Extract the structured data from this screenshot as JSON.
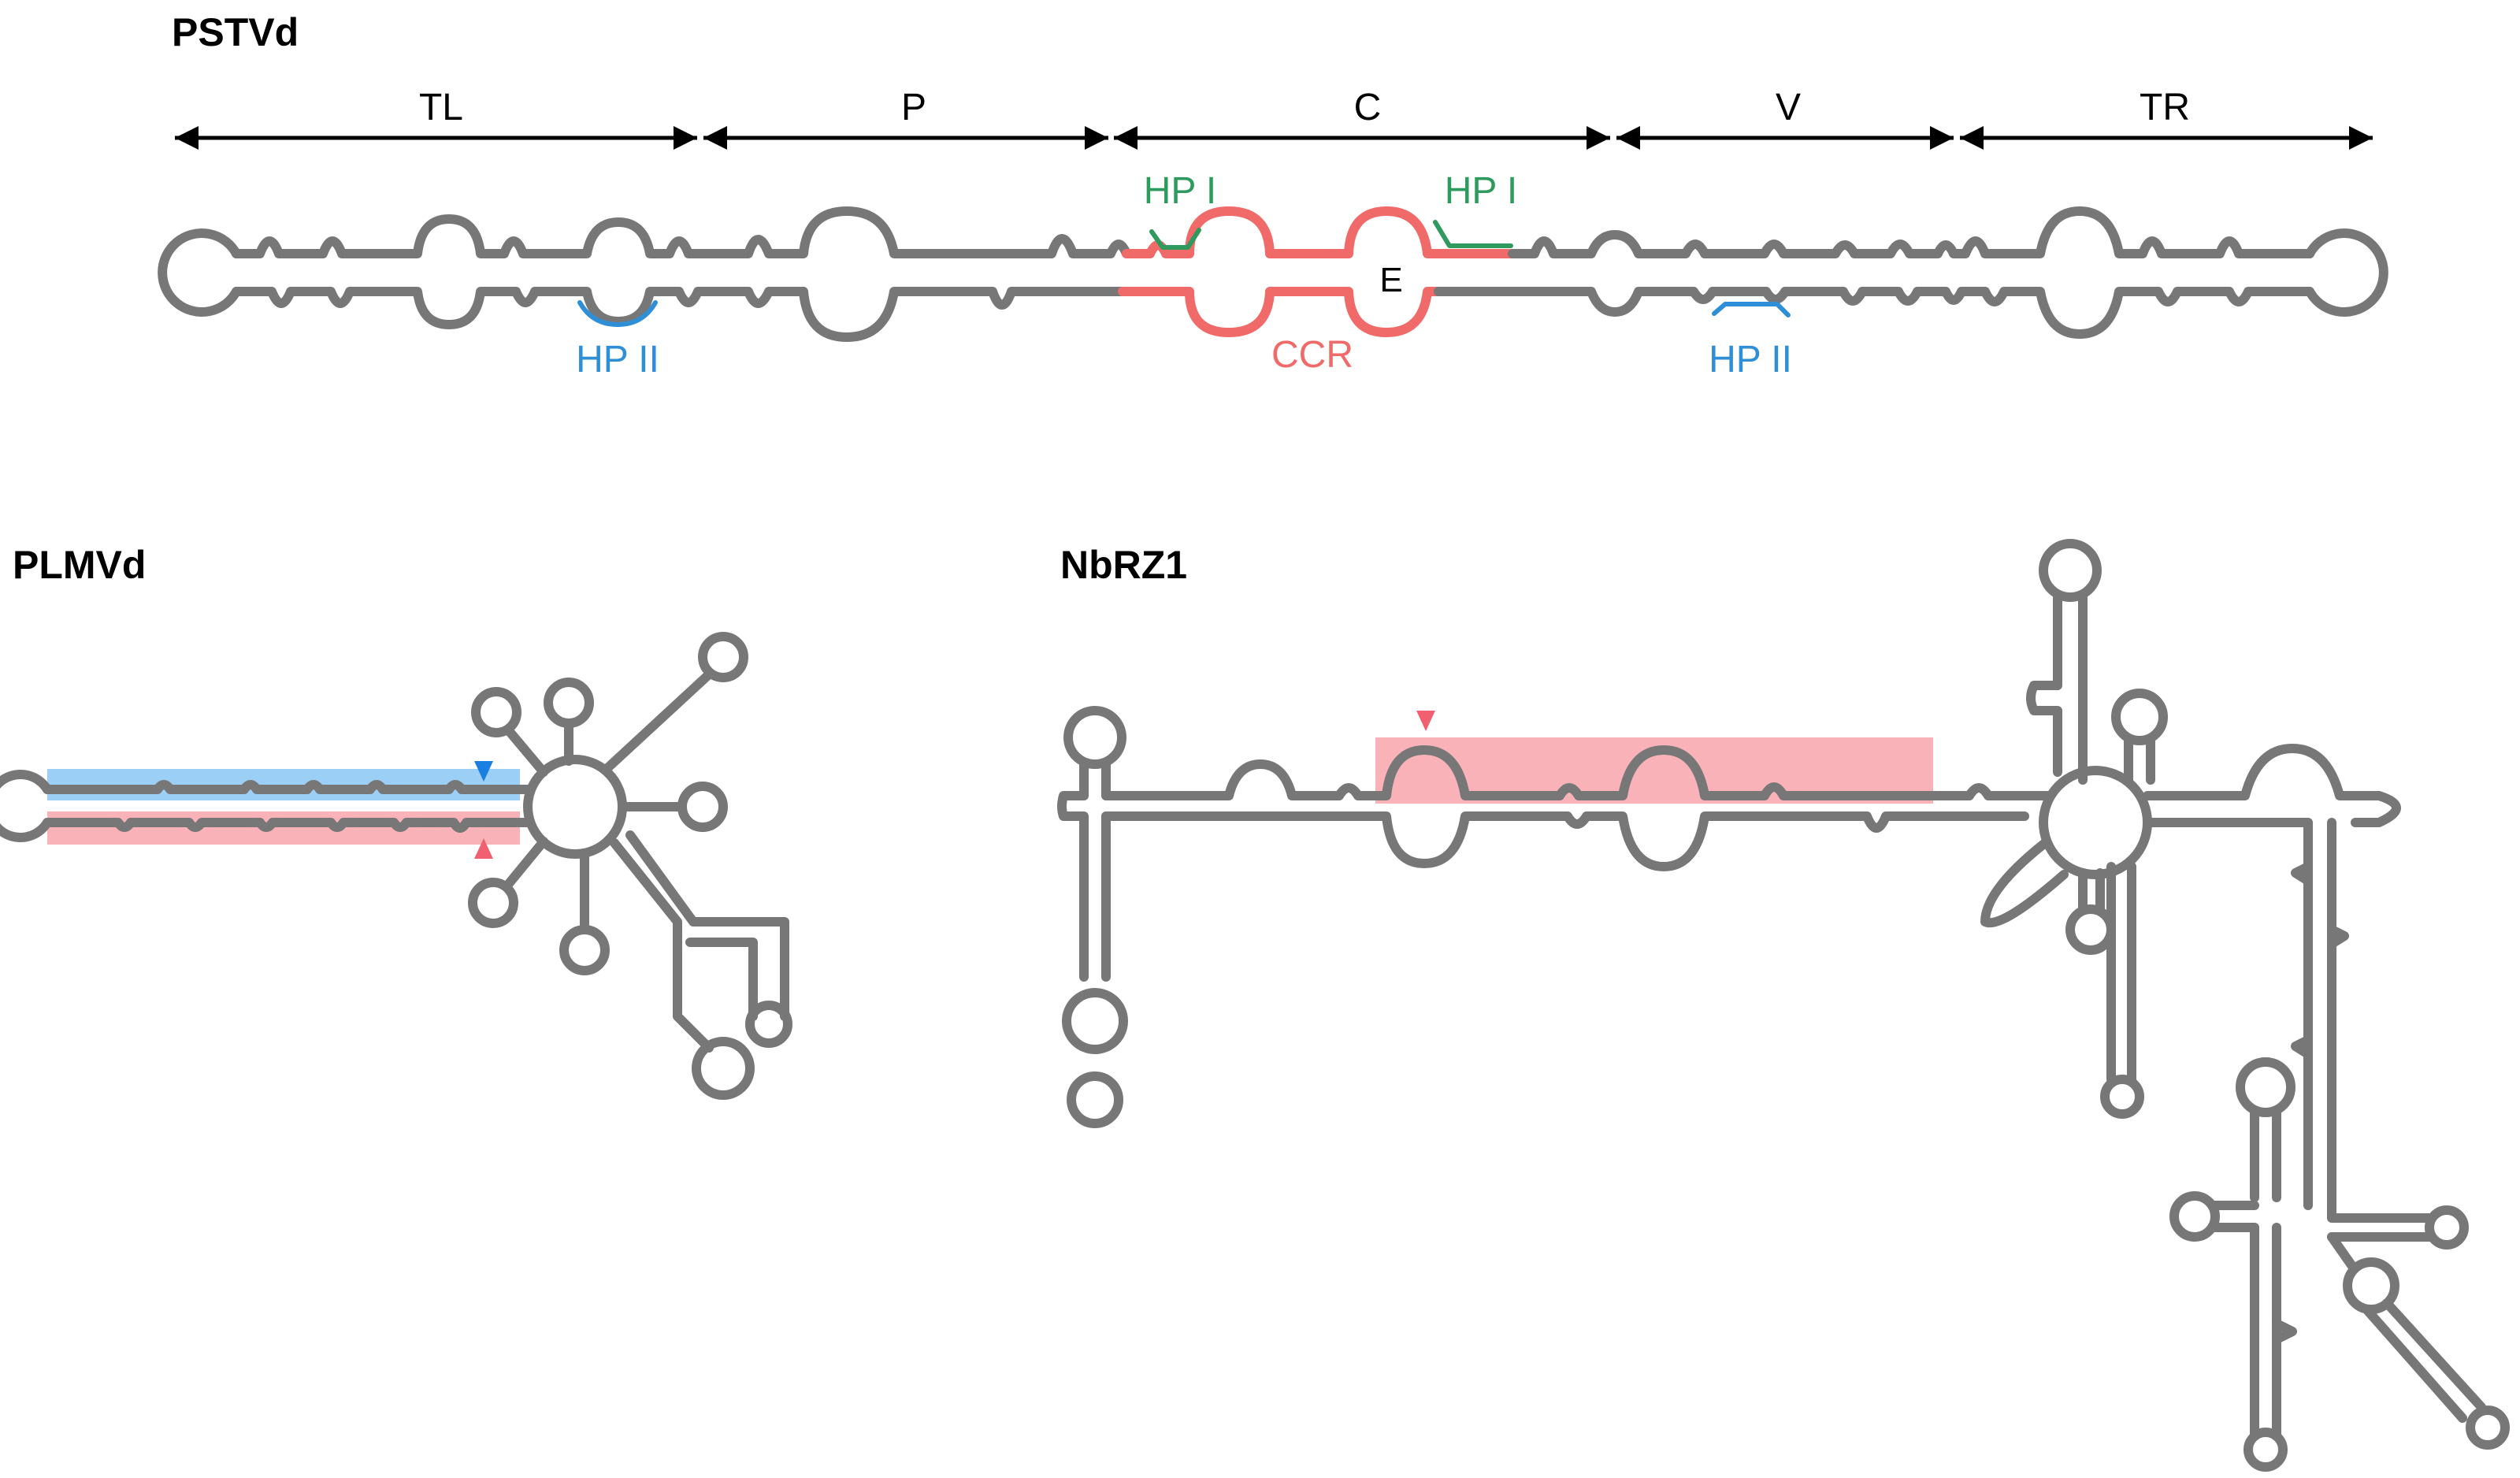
{
  "colors": {
    "rna": "#777777",
    "ccr": "#f06a6a",
    "hp1": "#2e9a5e",
    "hp2": "#2f8fd6",
    "highlight_blue": "#9ccff5",
    "highlight_red": "#f9b3b8",
    "marker_blue": "#1a7fe0",
    "marker_red": "#f06070"
  },
  "pstvd": {
    "title": "PSTVd",
    "domains": [
      "TL",
      "P",
      "C",
      "V",
      "TR"
    ],
    "hp1_left": "HP I",
    "hp1_right": "HP I",
    "hp2_left": "HP II",
    "hp2_right": "HP II",
    "ccr": "CCR",
    "e_loop": "E"
  },
  "plmvd": {
    "title": "PLMVd"
  },
  "nbrz1": {
    "title": "NbRZ1"
  }
}
